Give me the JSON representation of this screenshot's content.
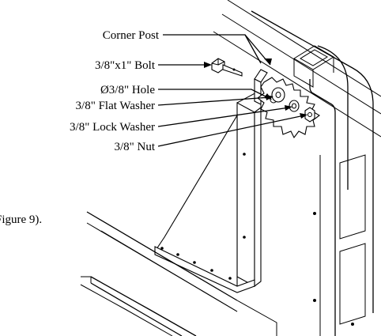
{
  "labels": {
    "corner_post": "Corner Post",
    "bolt": "3/8\"x1\" Bolt",
    "hole": "Ø3/8\" Hole",
    "flat_washer": "3/8\" Flat Washer",
    "lock_washer": "3/8\" Lock Washer",
    "nut": "3/8\" Nut"
  },
  "caption": {
    "fragment": "Figure 9)."
  }
}
